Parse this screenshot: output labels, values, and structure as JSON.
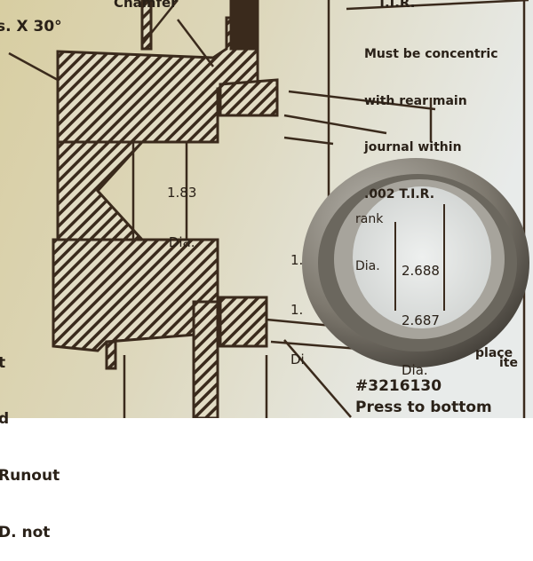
{
  "drawing": {
    "chamfer": "Chamfer",
    "angle": "s. X 30°",
    "tir_top": "T.I.R.",
    "note_lines": [
      "Must be concentric",
      "with rear main",
      "journal within",
      ".002 T.I.R."
    ],
    "dia_183": [
      "1.83",
      "Dia."
    ],
    "crank_dia": [
      "rank",
      "Dia."
    ],
    "partial_dia": [
      "1.",
      "1.",
      "Di"
    ],
    "dia_2688": [
      "2.688",
      "2.687",
      "Dia."
    ],
    "place": [
      "ite",
      "place"
    ],
    "runout": [
      "t",
      "d",
      "Runout",
      "D. not"
    ],
    "part_number": "#3216130",
    "press_note": "Press to bottom"
  },
  "colors": {
    "paper_left": "#d9cfa6",
    "paper_right": "#e6e9e6",
    "ink": "#3a2a1c",
    "ring_metal": "#8a8478"
  }
}
